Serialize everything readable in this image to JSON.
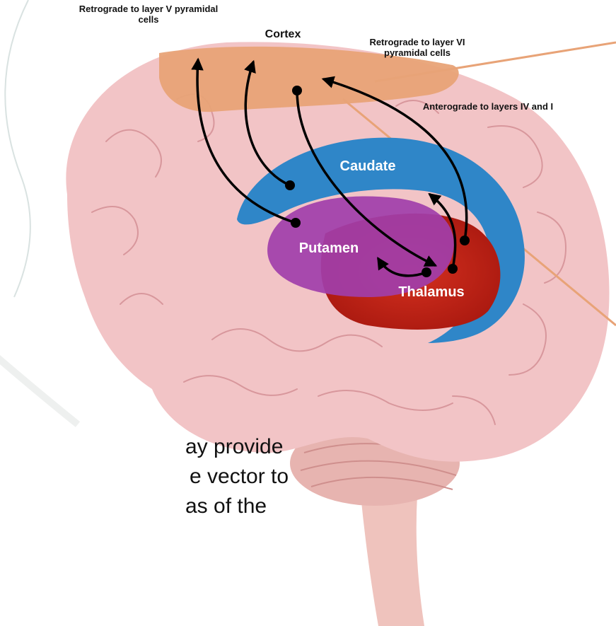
{
  "labels": {
    "retro_v": "Retrograde to layer V pyramidal cells",
    "cortex": "Cortex",
    "retro_vi": "Retrograde to layer VI pyramidal cells",
    "antero": "Anterograde to layers IV and I",
    "caudate": "Caudate",
    "putamen": "Putamen",
    "thalamus": "Thalamus"
  },
  "caption_lines": [
    "ay provide",
    "e vector to",
    "as of the"
  ],
  "colors": {
    "brain": "#f2c4c6",
    "cortex": "#e8a377",
    "caudate": "#2f86c8",
    "putamen": "#a13eaa",
    "thalamus": "#c4261b",
    "arrow": "#000000"
  }
}
